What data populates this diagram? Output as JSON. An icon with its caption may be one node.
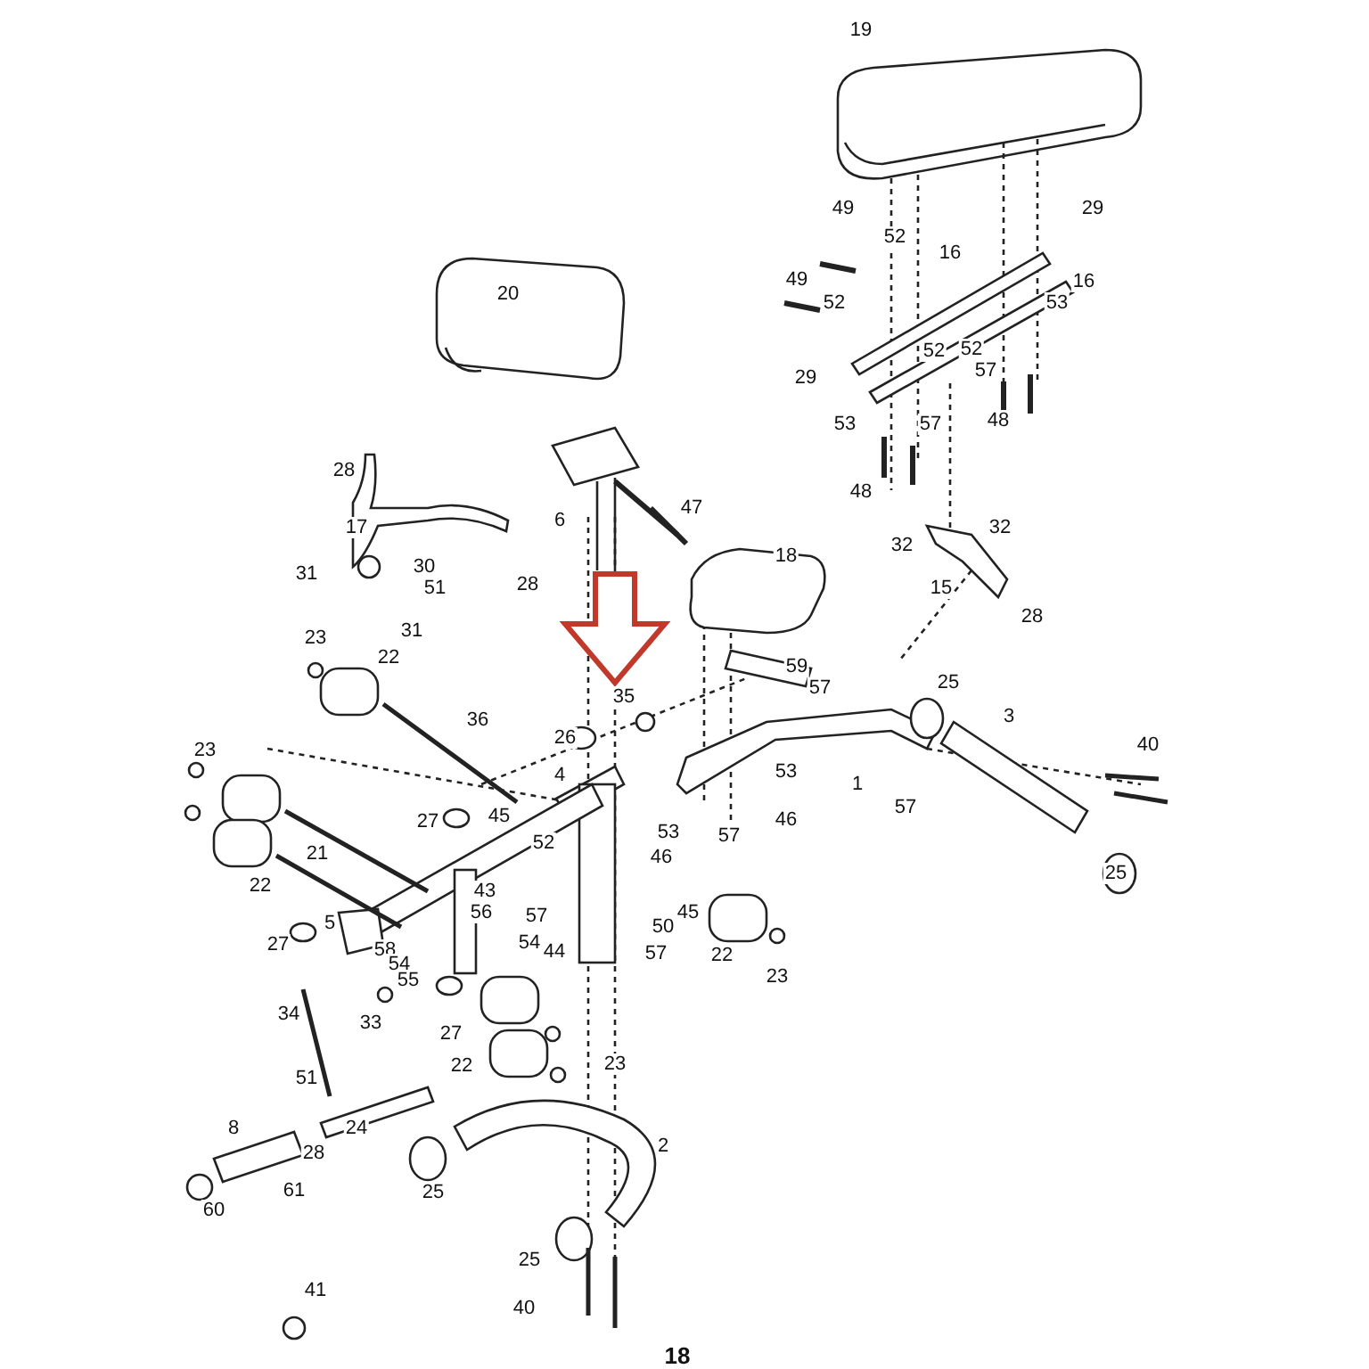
{
  "diagram": {
    "labels": [
      "19",
      "49",
      "52",
      "29",
      "16",
      "16",
      "49",
      "52",
      "53",
      "20",
      "29",
      "52",
      "52",
      "57",
      "53",
      "57",
      "48",
      "48",
      "28",
      "6",
      "47",
      "18",
      "32",
      "32",
      "17",
      "30",
      "51",
      "31",
      "28",
      "15",
      "31",
      "28",
      "23",
      "22",
      "59",
      "57",
      "35",
      "25",
      "3",
      "36",
      "26",
      "40",
      "23",
      "4",
      "53",
      "1",
      "45",
      "27",
      "52",
      "46",
      "57",
      "53",
      "46",
      "21",
      "57",
      "22",
      "25",
      "43",
      "45",
      "5",
      "56",
      "57",
      "58",
      "54",
      "50",
      "27",
      "55",
      "54",
      "44",
      "57",
      "22",
      "23",
      "34",
      "33",
      "27",
      "22",
      "23",
      "51",
      "24",
      "8",
      "28",
      "2",
      "60",
      "61",
      "25",
      "41",
      "25",
      "40",
      "18"
    ]
  }
}
